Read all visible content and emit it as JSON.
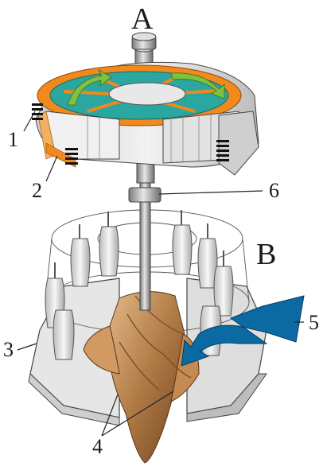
{
  "labels": {
    "generator": "A",
    "turbine": "B",
    "part1": "1",
    "part2": "2",
    "part3": "3",
    "part4": "4",
    "part5": "5",
    "part6": "6"
  },
  "colors": {
    "rotor_orange": "#f08a1c",
    "rotor_teal": "#2aa7a0",
    "arrow_green": "#7fc242",
    "stator_grey": "#d9d9d9",
    "runner_bronze": "#b07a45",
    "water_blue": "#0b6aa2",
    "line": "#222222"
  }
}
